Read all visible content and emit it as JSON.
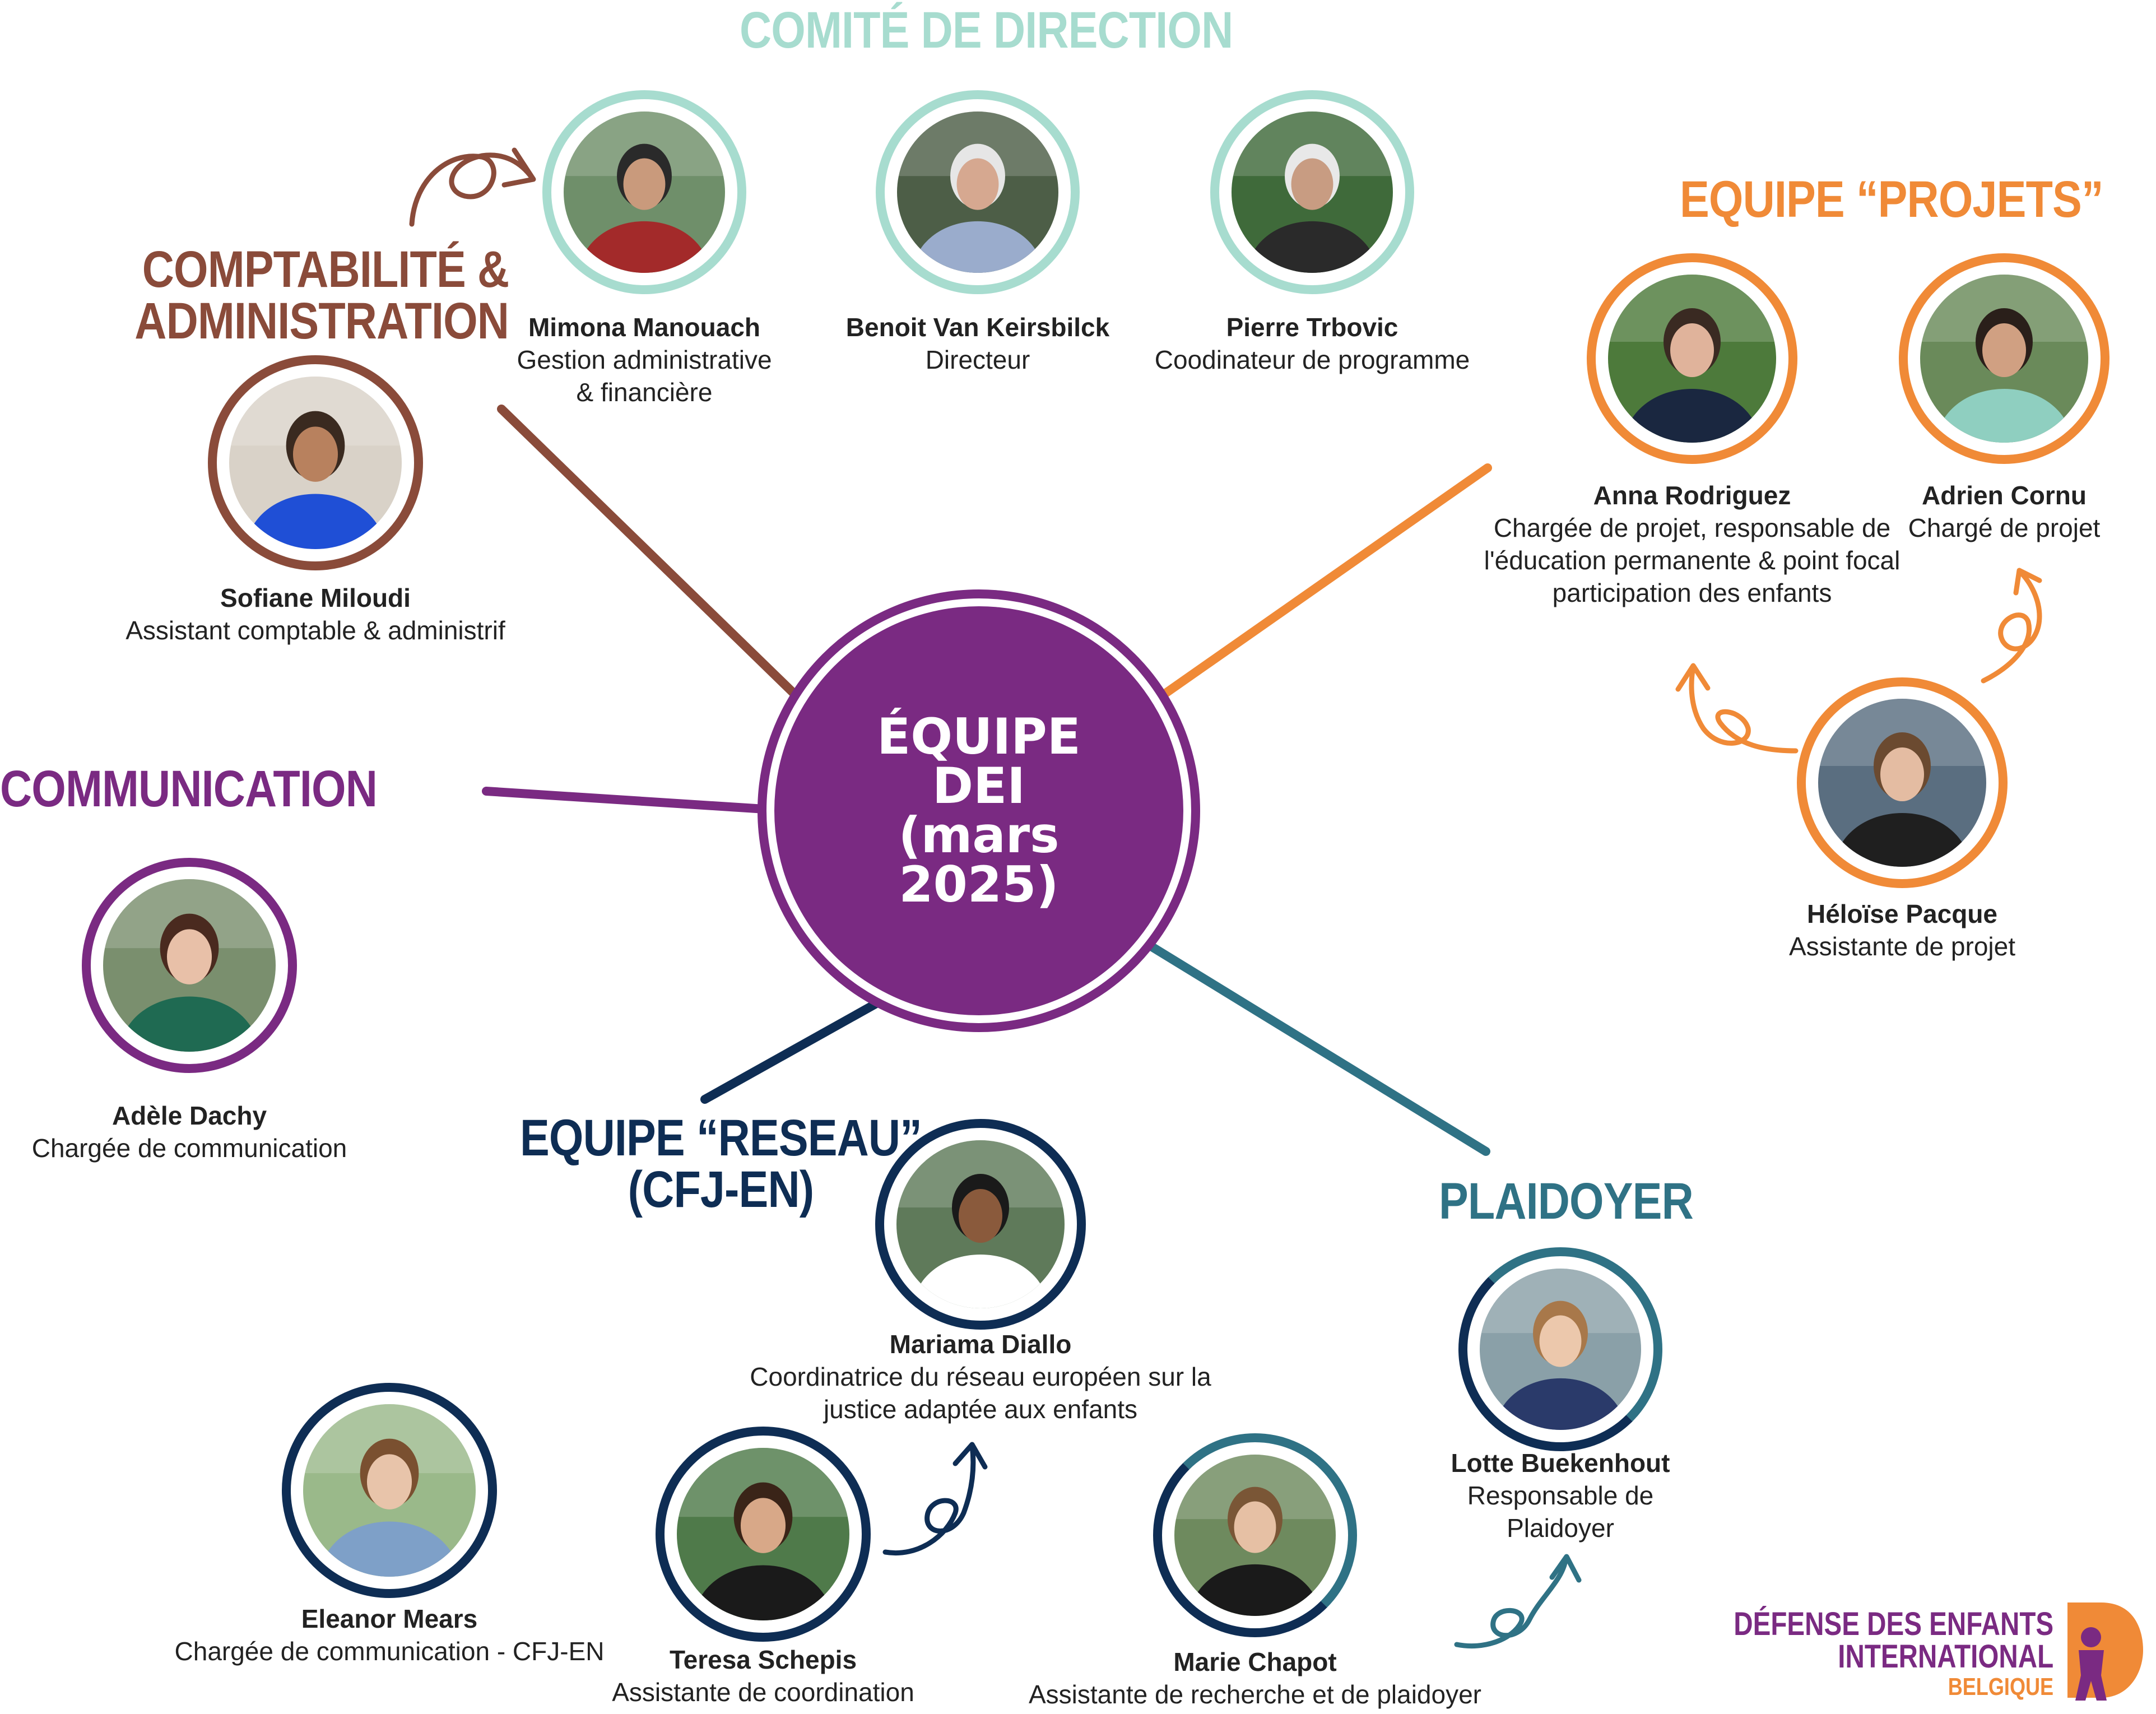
{
  "center": {
    "line1": "ÉQUIPE DEI",
    "line2": "(mars",
    "line3": "2025)"
  },
  "colors": {
    "center": "#7a2a82",
    "comite": "#a7dccf",
    "admin": "#8a4b3a",
    "communication": "#7a2a82",
    "projets": "#f08a37",
    "reseau": "#0e2d54",
    "plaidoyer": "#2f7285"
  },
  "sections": {
    "comite": "COMITÉ DE DIRECTION",
    "admin_line1": "COMPTABILITÉ &",
    "admin_line2": "ADMINISTRATION",
    "communication": "COMMUNICATION",
    "projets": "EQUIPE “PROJETS”",
    "reseau_line1": "EQUIPE “RESEAU”",
    "reseau_line2": "(CFJ-EN)",
    "plaidoyer": "PLAIDOYER"
  },
  "people": {
    "mimona": {
      "name": "Mimona Manouach",
      "role": "Gestion administrative\n& financière"
    },
    "benoit": {
      "name": "Benoit Van Keirsbilck",
      "role": "Directeur"
    },
    "pierre": {
      "name": "Pierre Trbovic",
      "role": "Coodinateur de programme"
    },
    "sofiane": {
      "name": "Sofiane Miloudi",
      "role": "Assistant comptable & administrif"
    },
    "anna": {
      "name": "Anna Rodriguez",
      "role": "Chargée de projet, responsable de\nl'éducation permanente & point focal\nparticipation des enfants"
    },
    "adrien": {
      "name": "Adrien Cornu",
      "role": "Chargé de projet"
    },
    "heloise": {
      "name": "Héloïse Pacque",
      "role": "Assistante de projet"
    },
    "adele": {
      "name": "Adèle Dachy",
      "role": "Chargée de communication"
    },
    "mariama": {
      "name": "Mariama Diallo",
      "role": "Coordinatrice du réseau européen sur la\njustice adaptée aux enfants"
    },
    "eleanor": {
      "name": "Eleanor Mears",
      "role": "Chargée de communication - CFJ-EN"
    },
    "teresa": {
      "name": "Teresa Schepis",
      "role": "Assistante de coordination"
    },
    "marie": {
      "name": "Marie Chapot",
      "role": "Assistante de recherche et de plaidoyer"
    },
    "lotte": {
      "name": "Lotte Buekenhout",
      "role": "Responsable de\nPlaidoyer"
    }
  },
  "logo": {
    "line1": "DÉFENSE DES ENFANTS",
    "line2": "INTERNATIONAL",
    "line3": "BELGIQUE"
  }
}
